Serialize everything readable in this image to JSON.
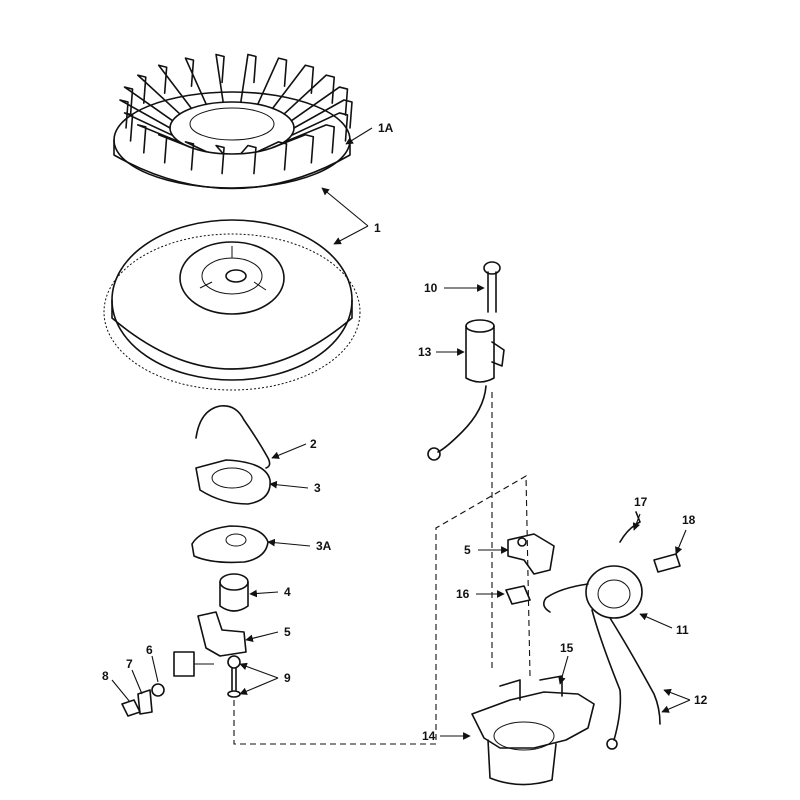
{
  "colors": {
    "ink": "#111111",
    "paper": "#ffffff"
  },
  "callouts": {
    "1A": "1A",
    "1": "1",
    "2": "2",
    "3": "3",
    "3A": "3A",
    "4": "4",
    "5a": "5",
    "6": "6",
    "7": "7",
    "8": "8",
    "9": "9",
    "10": "10",
    "13": "13",
    "5b": "5",
    "16": "16",
    "17": "17",
    "18": "18",
    "11": "11",
    "15": "15",
    "12": "12",
    "14": "14"
  }
}
